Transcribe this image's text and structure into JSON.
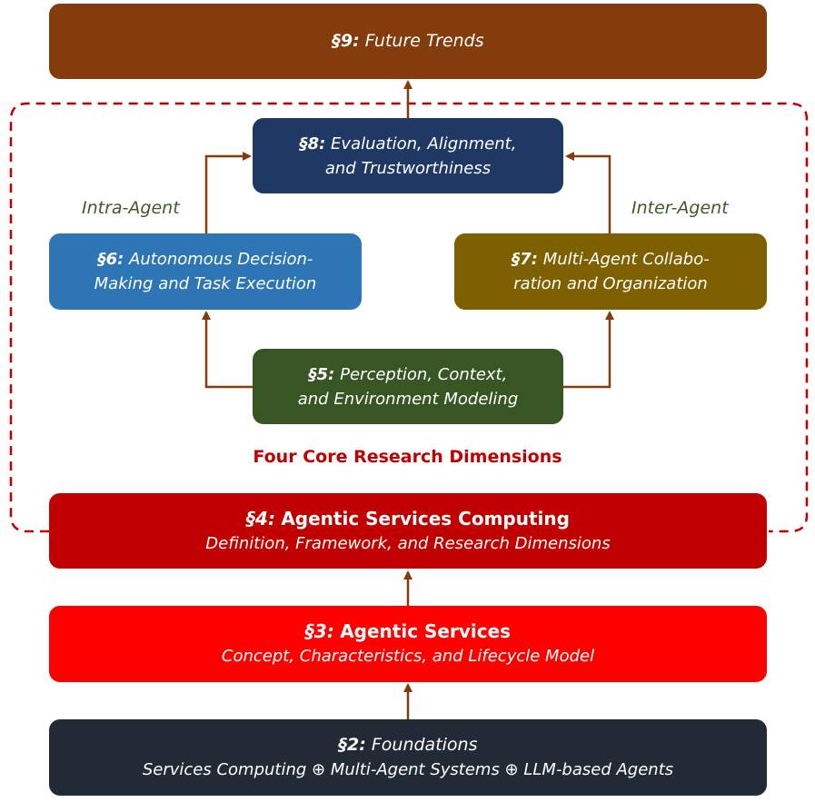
{
  "diagram": {
    "future": {
      "section": "§9:",
      "title": "Future Trends",
      "color": "#843c0c"
    },
    "eval": {
      "section": "§8:",
      "line1": "Evaluation, Alignment,",
      "line2": "and Trustworthiness",
      "color": "#1f3864"
    },
    "intra_label": "Intra-Agent",
    "inter_label": "Inter-Agent",
    "autonomous": {
      "section": "§6:",
      "line1": "Autonomous Decision-",
      "line2": "Making and Task Execution",
      "color": "#2e75b6"
    },
    "multi_agent": {
      "section": "§7:",
      "line1": "Multi-Agent Collabo-",
      "line2": "ration and Organization",
      "color": "#7f6000"
    },
    "perception": {
      "section": "§5:",
      "line1": "Perception, Context,",
      "line2": "and Environment Modeling",
      "color": "#375623"
    },
    "dimensions_label": "Four Core Research Dimensions",
    "agentic_computing": {
      "section": "§4:",
      "title": "Agentic Services Computing",
      "subtitle": "Definition, Framework, and Research Dimensions",
      "color": "#c00000"
    },
    "agentic_services": {
      "section": "§3:",
      "title": "Agentic Services",
      "subtitle": "Concept, Characteristics, and Lifecycle Model",
      "color": "#ff0000"
    },
    "foundations": {
      "section": "§2:",
      "title": "Foundations",
      "subtitle": "Services Computing ⊕ Multi-Agent Systems ⊕ LLM-based Agents",
      "color": "#222a35"
    },
    "arrow_color": "#843c0c",
    "dashed_color": "#c00000"
  }
}
